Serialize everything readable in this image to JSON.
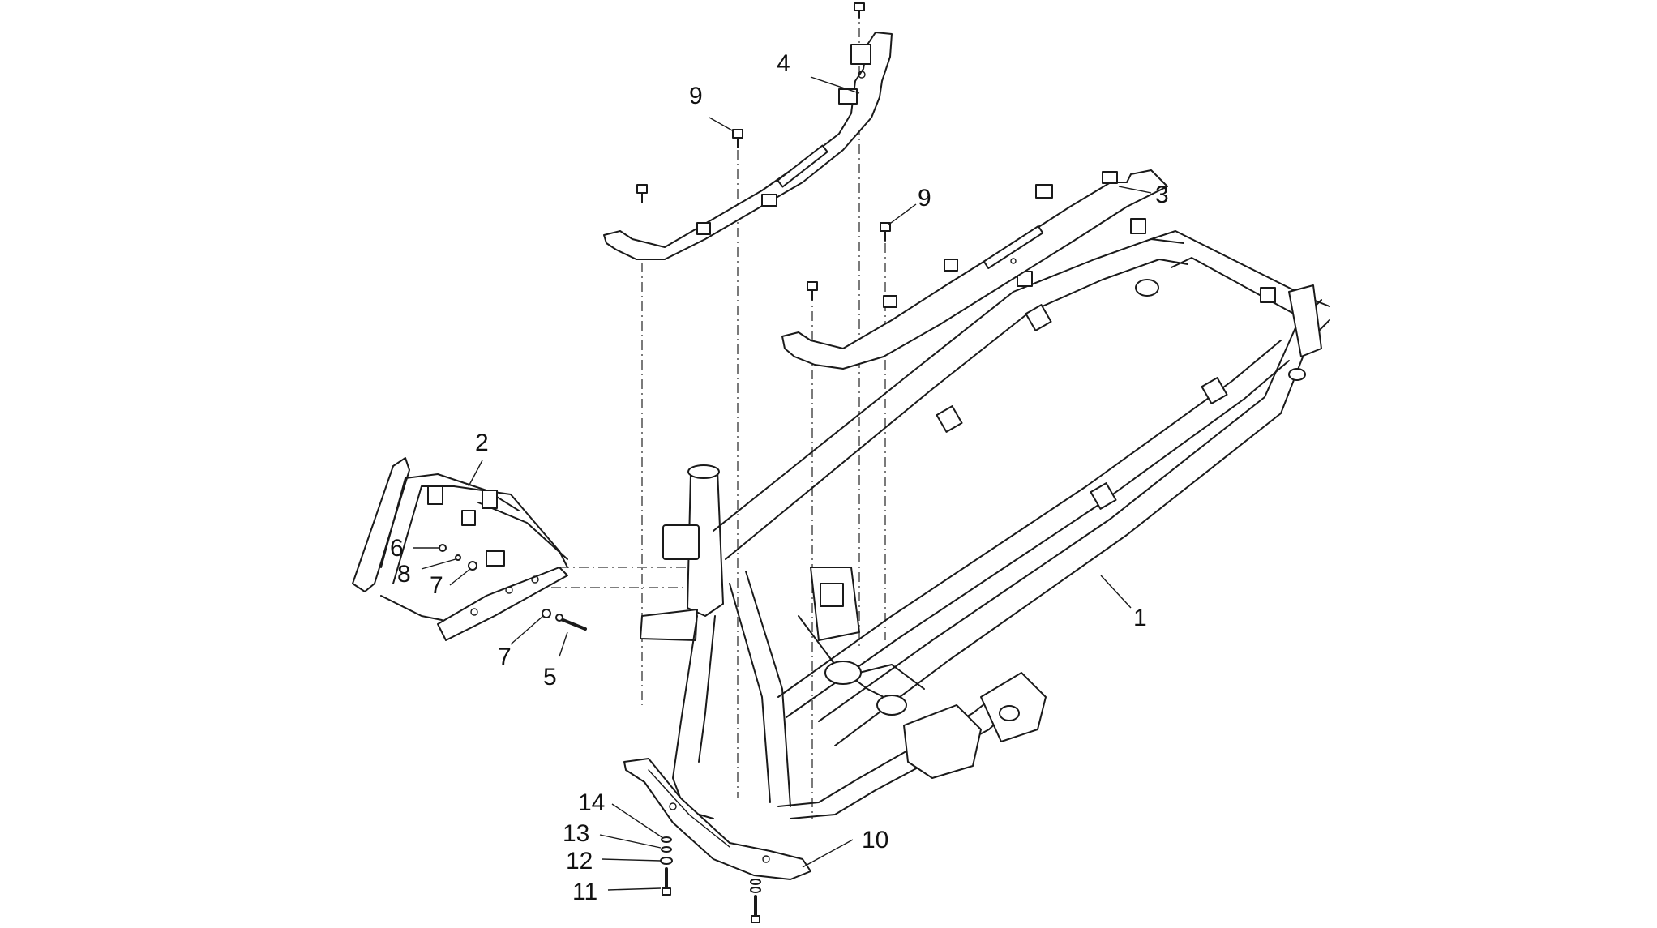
{
  "diagram": {
    "callouts": [
      {
        "label": "1"
      },
      {
        "label": "2"
      },
      {
        "label": "3"
      },
      {
        "label": "4"
      },
      {
        "label": "5"
      },
      {
        "label": "6"
      },
      {
        "label": "7"
      },
      {
        "label": "7"
      },
      {
        "label": "8"
      },
      {
        "label": "9"
      },
      {
        "label": "9"
      },
      {
        "label": "10"
      },
      {
        "label": "11"
      },
      {
        "label": "12"
      },
      {
        "label": "13"
      },
      {
        "label": "14"
      }
    ]
  }
}
